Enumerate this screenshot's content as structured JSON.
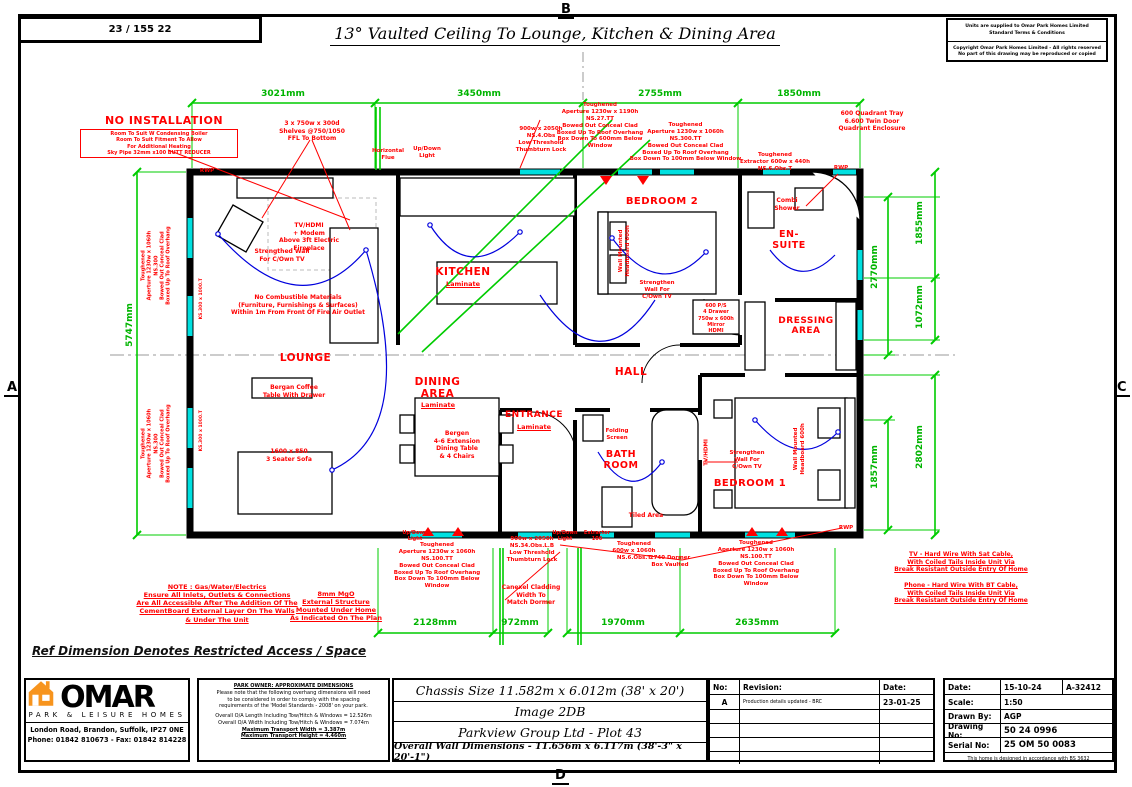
{
  "header": {
    "ref_no": "23 / 155 22",
    "title": "13° Vaulted Ceiling To Lounge, Kitchen & Dining Area",
    "markers": {
      "top": "B",
      "left": "A",
      "right": "C",
      "bottom": "D"
    },
    "terms1": "Units are supplied to Omar Park Homes Limited\nStandard Terms & Conditions",
    "terms2": "Copyright Omar Park Homes Limited - All rights reserved\nNo part of this drawing may be reproduced or copied"
  },
  "rooms": {
    "lounge": "LOUNGE",
    "kitchen": "KITCHEN",
    "dining": "DINING\nAREA",
    "entrance": "ENTRANCE",
    "hall": "HALL",
    "bathroom": "BATH\nROOM",
    "bedroom1": "BEDROOM 1",
    "bedroom2": "BEDROOM 2",
    "ensuite": "EN-\nSUITE",
    "dressing": "DRESSING\nAREA",
    "laminate": "Laminate"
  },
  "dims": {
    "top": [
      "3021mm",
      "3450mm",
      "2755mm",
      "1850mm"
    ],
    "bottom": [
      "2128mm",
      "972mm",
      "1970mm",
      "2635mm"
    ],
    "left": [
      "5747mm"
    ],
    "right_inner": [
      "2770mm",
      "1857mm"
    ],
    "right_outer": [
      "1855mm",
      "1072mm",
      "2802mm"
    ]
  },
  "annotations": {
    "no_install": "NO INSTALLATION",
    "boiler_box": "Room To Suit W Condensing Boiler\nRoom To Suit Fitment To Allow\nFor Additional Heating\nSky Pipe 32mm x100 BUTT REDUCER",
    "shelves": "3 x 750w x 300d\nShelves @750/1050\nFFL To Bottom",
    "flue": "Horizontal\nFlue",
    "updown": "Up/Down\nLight",
    "door_900": "900w x 2050h\nNS.4.Obs\nLow Threshold\nThumbturn Lock",
    "win_1190": "Toughened\nAperture 1230w x 1190h\nNS.27.TT\nBowed Out Conceal Clad\nBoxed Up To Roof Overhang\nBox Down To 600mm Below Window",
    "win_300": "Toughened\nAperture 1230w x 1060h\nNS.300.TT\nBowed Out Conceal Clad\nBoxed Up To Roof Overhang\nBox Down To 100mm Below Window",
    "extractor_440": "Toughened\nExtractor 600w x 440h\nNS.6.Obs.T",
    "quadrant": "600 Quadrant Tray\n6.600 Twin Door\nQuadrant Enclosure",
    "tv_fireplace": "TV/HDMI\n+ Modem\nAbove 3ft Electric\nFireplace",
    "strengthed_lounge": "Strengthed Wall\nFor C/Own TV",
    "no_combustible": "No Combustible Materials\n(Furniture, Furnishings & Surfaces)\nWithin 1m From Front Of Fire Air Outlet",
    "coffee_table": "Bergan Coffee\nTable With Drawer",
    "sofa": "1600 x 850\n3 Seater Sofa",
    "dining_table": "Bergen\n4-6 Extension\nDining Table\n& 4 Chairs",
    "headboard": "Wall Mounted\nHeadboard 600h",
    "strengthen_tv": "Strengthen\nWall For\nC/Own TV",
    "drawers": "600 P/S\n4 Drawer\n750w x 600h\nMirror\nHDMI",
    "combi": "Combi\nShower",
    "tiled": "Tiled Area",
    "folding": "Folding\nScreen",
    "win_100": "Toughened\nAperture 1230w x 1060h\nNS.100.TT\nBowed Out Conceal Clad\nBoxed Up To Roof Overhang\nBox Down To 100mm Below Window",
    "door_934": "900w x 2050h\nNS.34.Obs.L.B\nLow Threshold\nThumbturn Lock",
    "extractor_100": "Extractor\n100",
    "win_600": "Toughened\n600w x 1060h\nNS.6.Obs.T",
    "dormer": "2740 Dormer\nBox Vaulted",
    "canexel": "Canexel Cladding\nWidth To\nMatch Dormer",
    "rwp": "RWP",
    "tv_hardwire": "TV - Hard Wire With Sat Cable,\nWith Coiled Tails Inside Unit Via\nBreak Resistant Outside Entry Of Home",
    "phone_hardwire": "Phone - Hard Wire With BT Cable,\nWith Coiled Tails Inside Unit Via\nBreak Resistant Outside Entry Of Home",
    "win_left": "Toughened\nAperture 1230w x 1060h\nNS.300\nBowed Out Conceal Clad\nBoxed Up To Roof Overhang",
    "ks_label": "KS.300 x 1000.T",
    "tv_hdmi": "TV/HDMI"
  },
  "notes": {
    "gas": "NOTE : Gas/Water/Electrics\nEnsure All Inlets, Outlets & Connections\nAre All Accessible After The Addition Of The\nCementBoard External Layer On The Walls\n& Under The Unit",
    "mgo": "8mm MgO\nExternal Structure\nMounted Under Home\nAs Indicated On The Plan",
    "ref_dim": "Ref Dimension Denotes Restricted Access / Space"
  },
  "title_block": {
    "brand": "OMAR",
    "tagline": "PARK & LEISURE HOMES",
    "address": "London Road, Brandon, Suffolk, IP27 0NE\nPhone: 01842 810673 - Fax: 01842 814228",
    "park_owner_header": "PARK OWNER: APPROXIMATE DIMENSIONS",
    "park_owner_body": "Please note that the following overhang dimensions will need\nto be considered in order to comply with the spacing\nrequirements of the 'Model Standards - 2008' on your park.",
    "oa_length": "Overall O/A Length Including Tow/Hitch & Windows = 12.526m",
    "oa_width": "Overall O/A Width Including Tow/Hitch & Windows = 7.074m",
    "transport_width": "Maximum Transport Width = 3.387m",
    "transport_height": "Maximum Transport Height = 4.460m",
    "chassis": "Chassis Size 11.582m x 6.012m (38' x 20')",
    "image": "Image 2DB",
    "customer": "Parkview Group Ltd - Plot 43",
    "overall": "Overall Wall Dimensions - 11.656m x 6.117m (38'-3\" x 20'-1\")",
    "rev_headers": {
      "no": "No:",
      "revision": "Revision:",
      "date": "Date:"
    },
    "rev_row": {
      "no": "A",
      "revision": "Production details updated - BRC",
      "date": "23-01-25"
    },
    "info": {
      "date_label": "Date:",
      "date": "15-10-24",
      "code": "A-32412",
      "scale_label": "Scale:",
      "scale": "1:50",
      "drawn_label": "Drawn By:",
      "drawn": "AGP",
      "drawing_label": "Drawing No:",
      "drawing": "50 24 0996",
      "serial_label": "Serial No:",
      "serial": "25 OM 50 0083",
      "compliance": "This home is designed in accordance with BS 3632"
    }
  },
  "colors": {
    "red": "#ff0000",
    "green": "#00cc00",
    "cyan": "#00e0e0",
    "blue": "#0000dd",
    "orange": "#f7941d"
  }
}
